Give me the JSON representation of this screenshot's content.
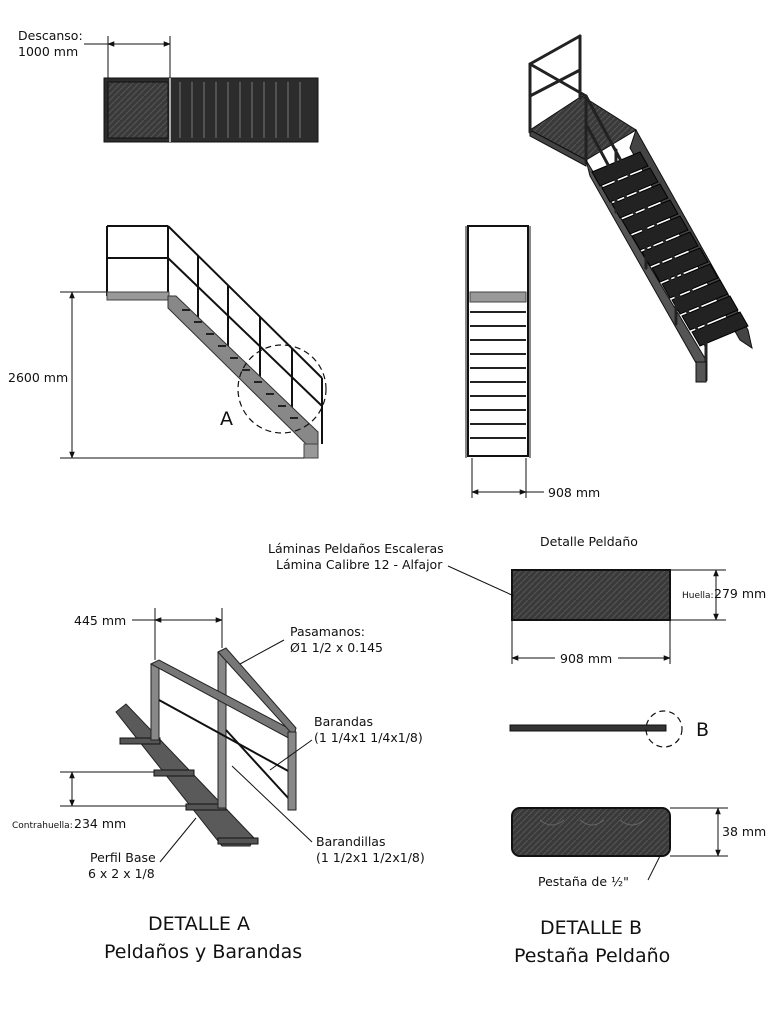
{
  "labels": {
    "descanso": "Descanso:",
    "descanso_value": "1000 mm",
    "height": "2600 mm",
    "callout_a": "A",
    "width_front": "908 mm",
    "laminas_line1": "Láminas Peldaños Escaleras",
    "laminas_line2": "Lámina Calibre 12 - Alfajor",
    "detalle_peldano": "Detalle Peldaño",
    "huella_label": "Huella:",
    "huella_value": "279 mm",
    "width_step": "908 mm",
    "callout_b": "B",
    "spacing": "445 mm",
    "pasamanos_line1": "Pasamanos:",
    "pasamanos_line2": "Ø1 1/2 x 0.145",
    "barandas_line1": "Barandas",
    "barandas_line2": "(1 1/4x1 1/4x1/8)",
    "barandillas_line1": "Barandillas",
    "barandillas_line2": "(1 1/2x1 1/2x1/8)",
    "contrahuella_label": "Contrahuella:",
    "contrahuella_value": "234 mm",
    "perfil_line1": "Perfil Base",
    "perfil_line2": "6 x 2 x 1/8",
    "flange_height": "38 mm",
    "pestana": "Pestaña de ½\"",
    "detalle_a_line1": "DETALLE  A",
    "detalle_a_line2": "Peldaños y Barandas",
    "detalle_b_line1": "DETALLE B",
    "detalle_b_line2": "Pestaña Peldaño"
  }
}
